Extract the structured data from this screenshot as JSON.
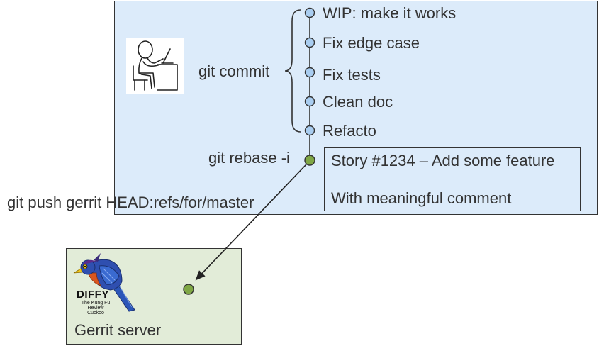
{
  "local": {
    "commit_label": "git commit",
    "rebase_label": "git rebase -i",
    "commits": [
      {
        "message": "WIP: make it works"
      },
      {
        "message": "Fix edge case"
      },
      {
        "message": "Fix tests"
      },
      {
        "message": "Clean doc"
      },
      {
        "message": "Refacto"
      }
    ],
    "squashed": {
      "title": "Story #1234 – Add some feature",
      "comment": "With meaningful comment"
    }
  },
  "push_label": "git push gerrit HEAD:refs/for/master",
  "server": {
    "label": "Gerrit server",
    "logo_name": "DIFFY",
    "logo_subtitle": "The Kung Fu Review Cuckoo"
  },
  "colors": {
    "local_bg": "#dcebfa",
    "server_bg": "#e2ecd8",
    "commit_node": "#a9cdf0",
    "squashed_node": "#7fa745",
    "stroke": "#333333"
  }
}
